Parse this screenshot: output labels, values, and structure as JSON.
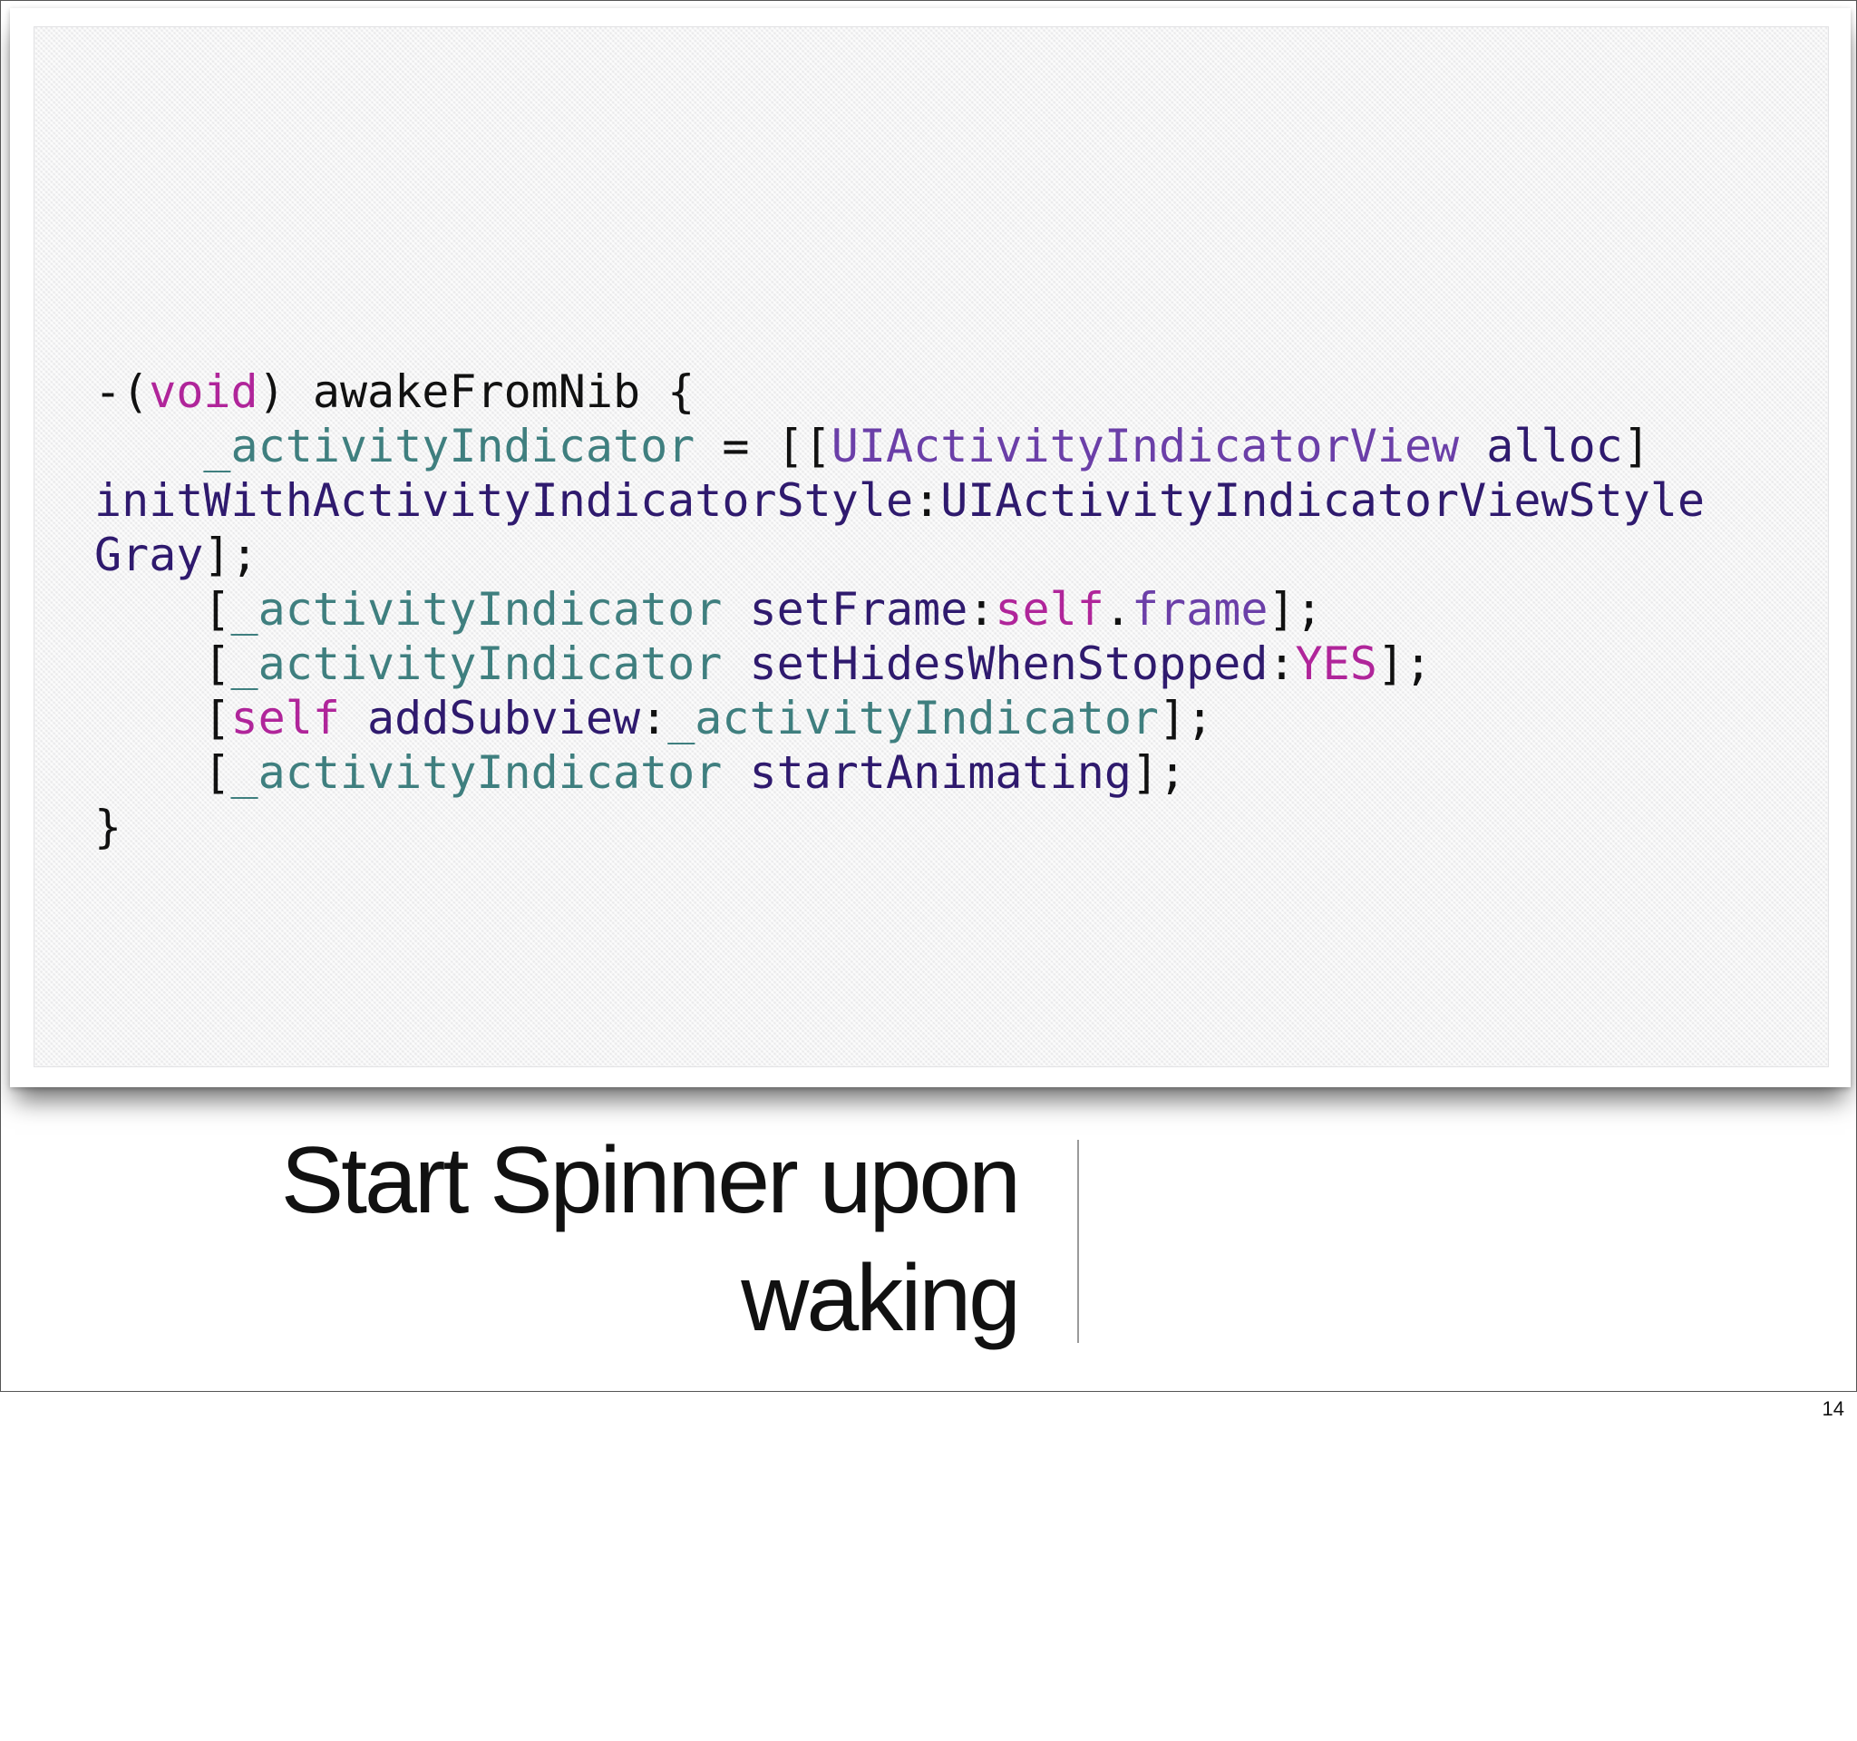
{
  "code_lines": [
    [
      {
        "t": "-(",
        "c": "plain"
      },
      {
        "t": "void",
        "c": "kw"
      },
      {
        "t": ") awakeFromNib {",
        "c": "plain"
      }
    ],
    [
      {
        "t": "    ",
        "c": "plain"
      },
      {
        "t": "_activityIndicator",
        "c": "ivar"
      },
      {
        "t": " = [[",
        "c": "plain"
      },
      {
        "t": "UIActivityIndicatorView",
        "c": "cls"
      },
      {
        "t": " ",
        "c": "plain"
      },
      {
        "t": "alloc",
        "c": "meth"
      },
      {
        "t": "]",
        "c": "plain"
      }
    ],
    [
      {
        "t": "initWithActivityIndicatorStyle",
        "c": "meth"
      },
      {
        "t": ":",
        "c": "plain"
      },
      {
        "t": "UIActivityIndicatorViewStyle",
        "c": "meth"
      }
    ],
    [
      {
        "t": "Gray",
        "c": "meth"
      },
      {
        "t": "];",
        "c": "plain"
      }
    ],
    [
      {
        "t": "    [",
        "c": "plain"
      },
      {
        "t": "_activityIndicator",
        "c": "ivar"
      },
      {
        "t": " ",
        "c": "plain"
      },
      {
        "t": "setFrame",
        "c": "meth"
      },
      {
        "t": ":",
        "c": "plain"
      },
      {
        "t": "self",
        "c": "kw"
      },
      {
        "t": ".",
        "c": "plain"
      },
      {
        "t": "frame",
        "c": "cls"
      },
      {
        "t": "];",
        "c": "plain"
      }
    ],
    [
      {
        "t": "    [",
        "c": "plain"
      },
      {
        "t": "_activityIndicator",
        "c": "ivar"
      },
      {
        "t": " ",
        "c": "plain"
      },
      {
        "t": "setHidesWhenStopped",
        "c": "meth"
      },
      {
        "t": ":",
        "c": "plain"
      },
      {
        "t": "YES",
        "c": "kw"
      },
      {
        "t": "];",
        "c": "plain"
      }
    ],
    [
      {
        "t": "    [",
        "c": "plain"
      },
      {
        "t": "self",
        "c": "kw"
      },
      {
        "t": " ",
        "c": "plain"
      },
      {
        "t": "addSubview",
        "c": "meth"
      },
      {
        "t": ":",
        "c": "plain"
      },
      {
        "t": "_activityIndicator",
        "c": "ivar"
      },
      {
        "t": "];",
        "c": "plain"
      }
    ],
    [
      {
        "t": "    [",
        "c": "plain"
      },
      {
        "t": "_activityIndicator",
        "c": "ivar"
      },
      {
        "t": " ",
        "c": "plain"
      },
      {
        "t": "startAnimating",
        "c": "meth"
      },
      {
        "t": "];",
        "c": "plain"
      }
    ],
    [
      {
        "t": "}",
        "c": "plain"
      }
    ]
  ],
  "colors": {
    "keyword": "#b0259a",
    "ivar": "#3f7f7f",
    "class": "#6b3fa8",
    "method": "#2f1a6e",
    "plain": "#111111"
  },
  "caption": {
    "line1": "Start Spinner upon",
    "line2": "waking"
  },
  "page_number": "14"
}
